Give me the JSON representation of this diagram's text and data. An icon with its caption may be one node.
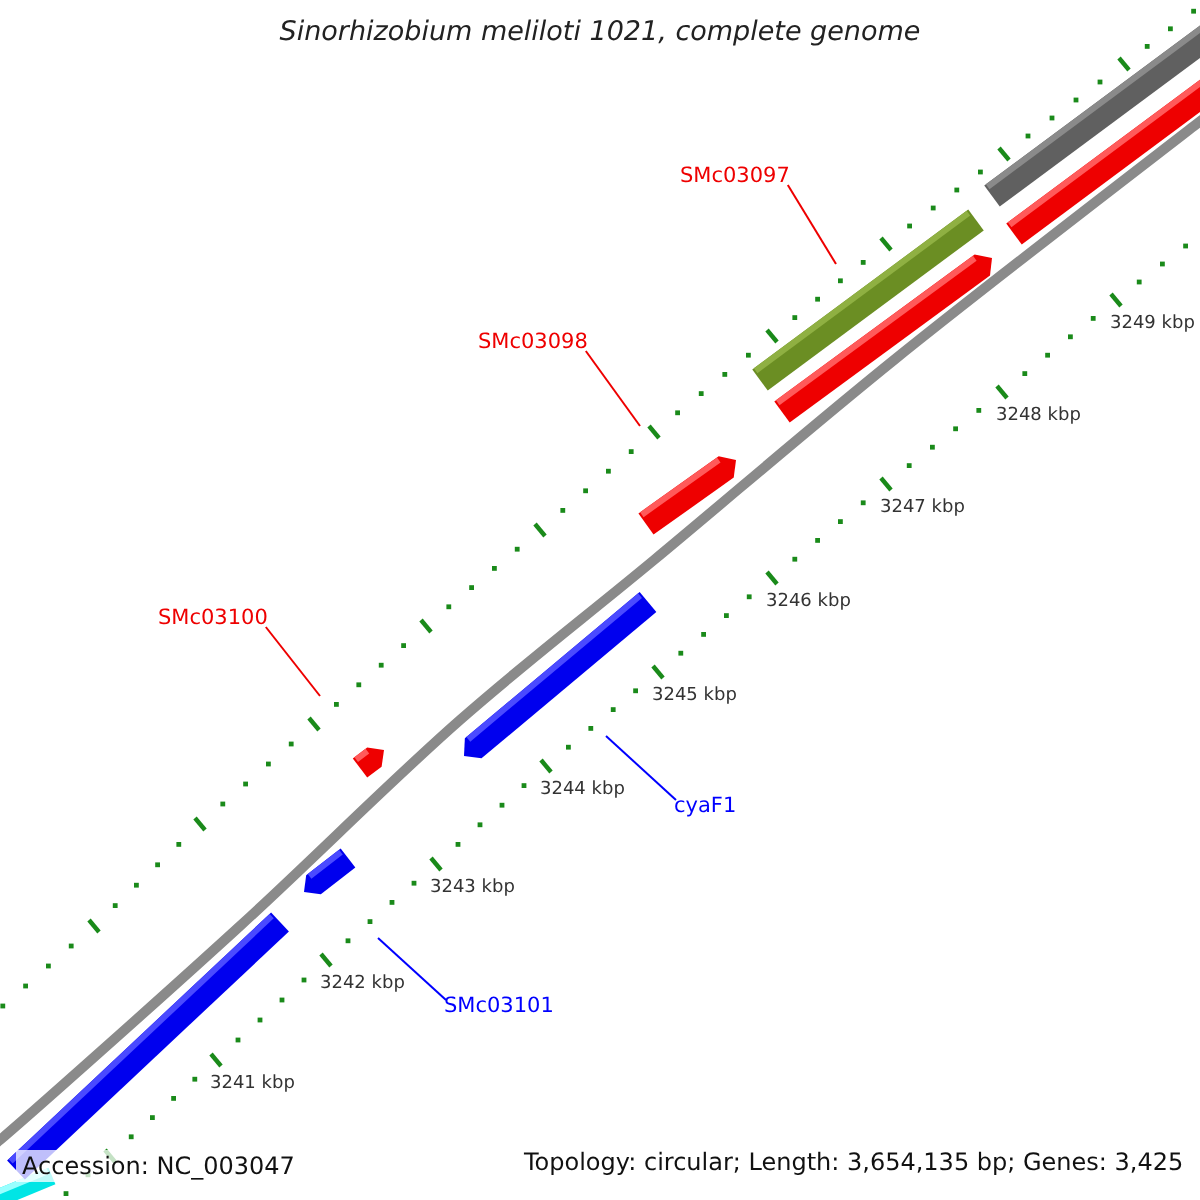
{
  "diagram": {
    "title": "Sinorhizobium meliloti 1021, complete genome",
    "nodes": [
      {
        "text": [
          "SMc03097"
        ]
      },
      {
        "text": [
          "SMc03098"
        ]
      },
      {
        "text": [
          "SMc03100"
        ]
      },
      {
        "text": [
          "cyaF1"
        ]
      },
      {
        "text": [
          "SMc03101"
        ]
      },
      {
        "text": [],
        "shape": "bar"
      },
      {
        "text": [],
        "shape": "bar"
      },
      {
        "text": [],
        "shape": "bar"
      },
      {
        "text": [],
        "shape": "bar"
      },
      {
        "text": [],
        "shape": "bar"
      },
      {
        "text": [],
        "shape": "bar"
      },
      {
        "text": [],
        "shape": "bar"
      },
      {
        "text": [],
        "shape": "bar"
      },
      {
        "text": [],
        "shape": "bar"
      },
      {
        "text": [],
        "shape": "bar"
      }
    ],
    "edges": [
      {
        "from": 0,
        "to": 12,
        "arrow": "none"
      },
      {
        "from": 1,
        "to": 10,
        "arrow": "none"
      },
      {
        "from": 2,
        "to": 8,
        "arrow": "none"
      },
      {
        "from": 3,
        "to": 9,
        "arrow": "none",
        "color": "#0000ff"
      },
      {
        "from": 4,
        "to": 7,
        "arrow": "none",
        "color": "#0000ff"
      }
    ],
    "labels": [
      "3249 kbp",
      "3248 kbp",
      "3247 kbp",
      "3246 kbp",
      "3245 kbp",
      "3244 kbp",
      "3243 kbp",
      "3242 kbp",
      "3241 kbp",
      "Accession: NC_003047",
      "Topology: circular; Length: 3,654,135 bp; Genes: 3,425"
    ]
  }
}
